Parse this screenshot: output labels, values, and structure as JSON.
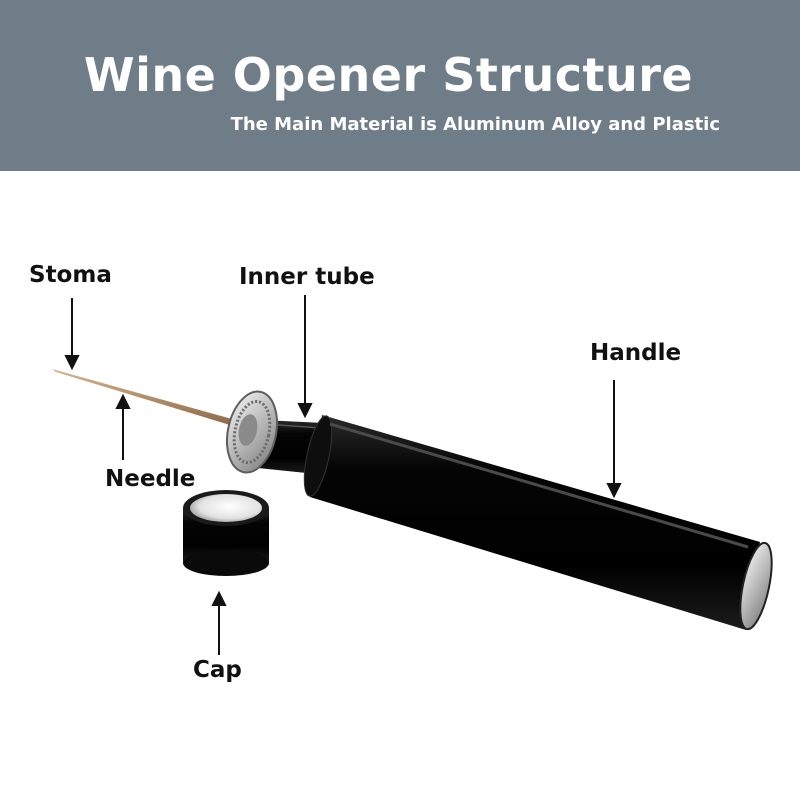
{
  "header": {
    "title": "Wine Opener Structure",
    "subtitle": "The Main Material is Aluminum Alloy and Plastic"
  },
  "labels": {
    "stoma": "Stoma",
    "inner_tube": "Inner tube",
    "handle": "Handle",
    "needle": "Needle",
    "cap": "Cap"
  },
  "colors": {
    "banner": "#6f7d89",
    "banner_text": "#ffffff",
    "label_text": "#111111",
    "handle_body": "#0b0b0b",
    "needle": "#b8926a",
    "metal": "#c9c9c9"
  }
}
